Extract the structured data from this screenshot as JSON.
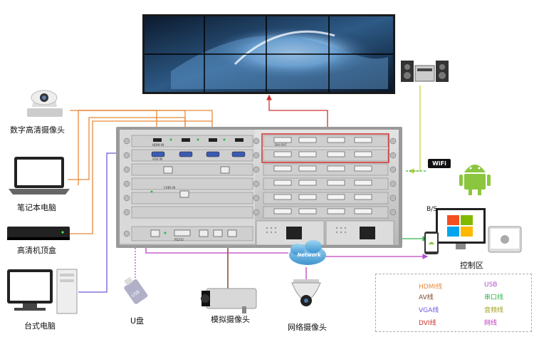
{
  "devices": {
    "camera_hd": "数字高清摄像头",
    "laptop": "笔记本电脑",
    "settop": "高清机顶盒",
    "desktop": "台式电脑",
    "usb": "U盘",
    "analog_cam": "模拟摄像头",
    "net_cam": "网络摄像头",
    "control": "控制区"
  },
  "badges": {
    "wifi": "WiFi",
    "bs": "B/S",
    "network": "Network"
  },
  "legend": [
    {
      "label": "HDMI线",
      "color": "#e8893a",
      "style": "solid"
    },
    {
      "label": "USB",
      "color": "#b050d0",
      "style": "dotted"
    },
    {
      "label": "AV线",
      "color": "#7a4a2a",
      "style": "solid"
    },
    {
      "label": "串口线",
      "color": "#2db84a",
      "style": "solid"
    },
    {
      "label": "VGA线",
      "color": "#6a5ad8",
      "style": "solid"
    },
    {
      "label": "音频线",
      "color": "#c8d040",
      "style": "solid"
    },
    {
      "label": "DVI线",
      "color": "#d03030",
      "style": "solid"
    },
    {
      "label": "网线",
      "color": "#c040c0",
      "style": "solid"
    }
  ],
  "legend_text_colors": {
    "HDMI线": "#e8893a",
    "USB": "#b050d0",
    "AV线": "#7a4a2a",
    "串口线": "#2db84a",
    "VGA线": "#6a5ad8",
    "音频线": "#a0a020",
    "DVI线": "#d03030",
    "网线": "#c040c0"
  },
  "port_labels": {
    "hdmi_in": "HDMI IN",
    "vga_in": "VGA IN",
    "dvi_out": "DVI OUT",
    "cvbs": "CVBS IN",
    "rs232": "RS232"
  }
}
